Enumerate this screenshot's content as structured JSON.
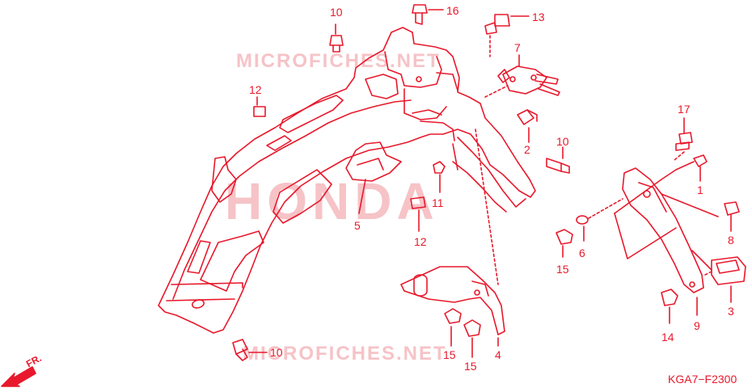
{
  "diagram_code": "KGA7−F2300",
  "direction_label": "FR.",
  "watermarks": {
    "top": "MICROFICHES.NET",
    "middle": "HONDA",
    "bottom": "MICROFICHES.NET"
  },
  "callouts": [
    {
      "id": "c10a",
      "text": "10"
    },
    {
      "id": "c16",
      "text": "16"
    },
    {
      "id": "c13",
      "text": "13"
    },
    {
      "id": "c7",
      "text": "7"
    },
    {
      "id": "c12a",
      "text": "12"
    },
    {
      "id": "c2",
      "text": "2"
    },
    {
      "id": "c17",
      "text": "17"
    },
    {
      "id": "c10b",
      "text": "10"
    },
    {
      "id": "c11",
      "text": "11"
    },
    {
      "id": "c1",
      "text": "1"
    },
    {
      "id": "c5",
      "text": "5"
    },
    {
      "id": "c12b",
      "text": "12"
    },
    {
      "id": "c8",
      "text": "8"
    },
    {
      "id": "c15a",
      "text": "15"
    },
    {
      "id": "c6",
      "text": "6"
    },
    {
      "id": "c3",
      "text": "3"
    },
    {
      "id": "c9",
      "text": "9"
    },
    {
      "id": "c14",
      "text": "14"
    },
    {
      "id": "c10c",
      "text": "10"
    },
    {
      "id": "c15b",
      "text": "15"
    },
    {
      "id": "c4",
      "text": "4"
    },
    {
      "id": "c15c",
      "text": "15"
    }
  ],
  "colors": {
    "line": "#e8192c",
    "watermark": "#f6c3c7",
    "background": "#ffffff"
  }
}
